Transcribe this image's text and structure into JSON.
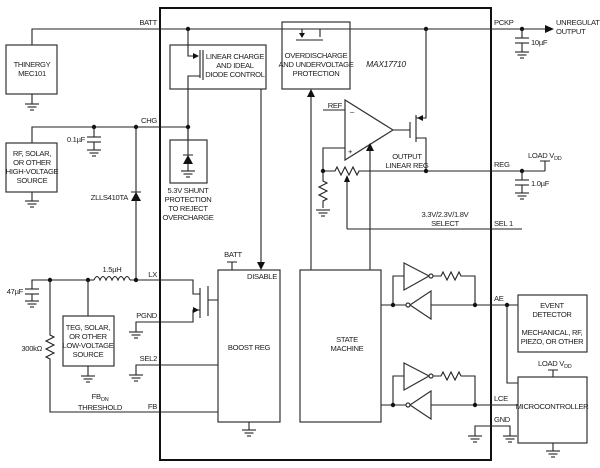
{
  "chip": {
    "name": "MAX17710"
  },
  "pins": {
    "batt": "BATT",
    "chg": "CHG",
    "lx": "LX",
    "pgnd": "PGND",
    "sel2": "SEL2",
    "fb": "FB",
    "pckp": "PCKP",
    "reg": "REG",
    "sel1": "SEL 1",
    "ae": "AE",
    "lce": "LCE",
    "gnd": "GND"
  },
  "blocks": {
    "thinergy": [
      "THINERGY",
      "MEC101"
    ],
    "rf_source": [
      "RF, SOLAR,",
      "OR OTHER",
      "HIGH-VOLTAGE",
      "SOURCE"
    ],
    "teg_source": [
      "TEG, SOLAR,",
      "OR OTHER",
      "LOW-VOLTAGE",
      "SOURCE"
    ],
    "linear_charge": [
      "LINEAR CHARGE",
      "AND IDEAL",
      "DIODE CONTROL"
    ],
    "shunt": [
      "5.3V SHUNT",
      "PROTECTION",
      "TO REJECT",
      "OVERCHARGE"
    ],
    "overdischarge": [
      "OVERDISCHARGE",
      "AND UNDERVOLTAGE",
      "PROTECTION"
    ],
    "boost": {
      "label": "BOOST REG",
      "batt": "BATT",
      "disable": "DISABLE"
    },
    "state_machine": [
      "STATE",
      "MACHINE"
    ],
    "output_reg": [
      "OUTPUT",
      "LINEAR REG"
    ],
    "event_detector": [
      "EVENT",
      "DETECTOR",
      "MECHANICAL, RF,",
      "PIEZO, OR OTHER"
    ],
    "microcontroller": "MICROCONTROLLER"
  },
  "labels": {
    "ref": "REF",
    "plus": "+",
    "minus": "–",
    "unregulated": [
      "UNREGULATED",
      "OUTPUT"
    ],
    "select": [
      "3.3V/2.3V/1.8V",
      "SELECT"
    ],
    "load_vdd": "LOAD V",
    "vdd_sub": "DD",
    "fbon": "FB",
    "fbon_sub": "ON",
    "threshold": "THRESHOLD",
    "zener": "ZLLS410TA"
  },
  "components": {
    "c_chg": "0.1µF",
    "c_pckp": "10µF",
    "c_reg": "1.0µF",
    "c_in": "47µF",
    "inductor": "1.5µH",
    "r_fb": "300kΩ"
  }
}
